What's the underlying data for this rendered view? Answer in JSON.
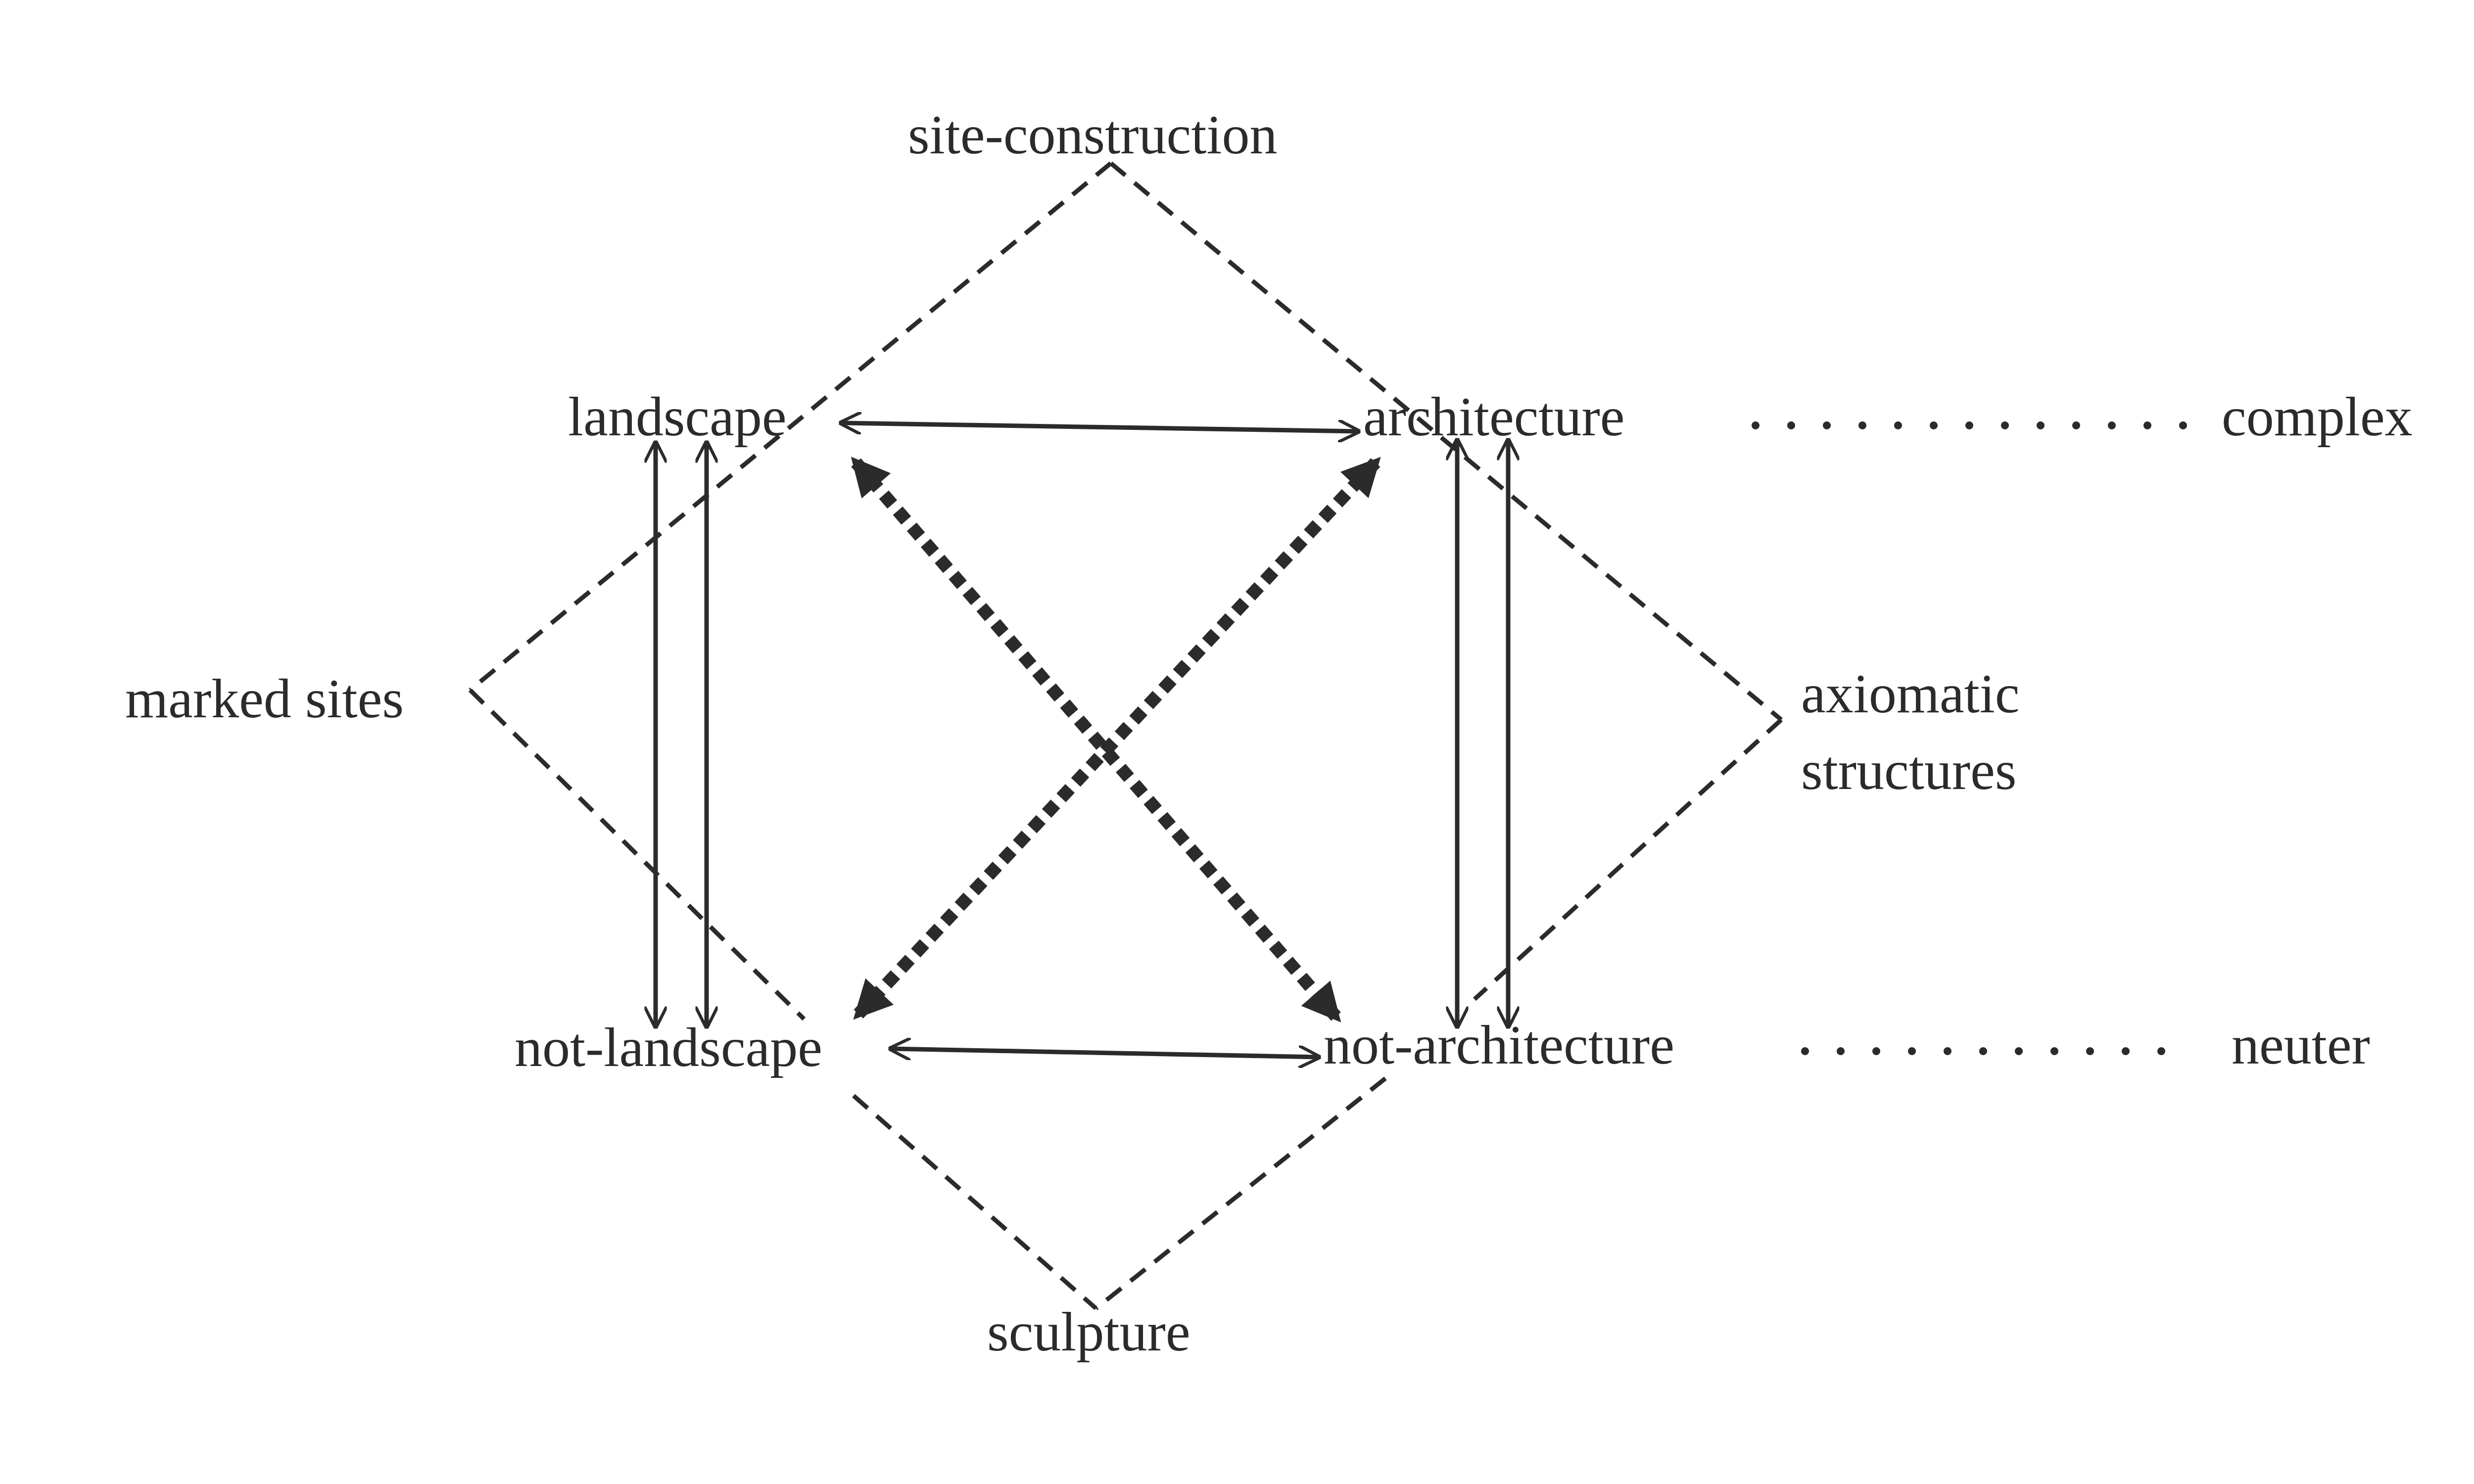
{
  "terms": {
    "top": "site-construction",
    "upper_left": "landscape",
    "upper_right": "architecture",
    "complex": "complex",
    "left": "marked sites",
    "right_line1": "axiomatic",
    "right_line2": "structures",
    "lower_left": "not-landscape",
    "lower_right": "not-architecture",
    "neuter": "neuter",
    "bottom": "sculpture"
  }
}
